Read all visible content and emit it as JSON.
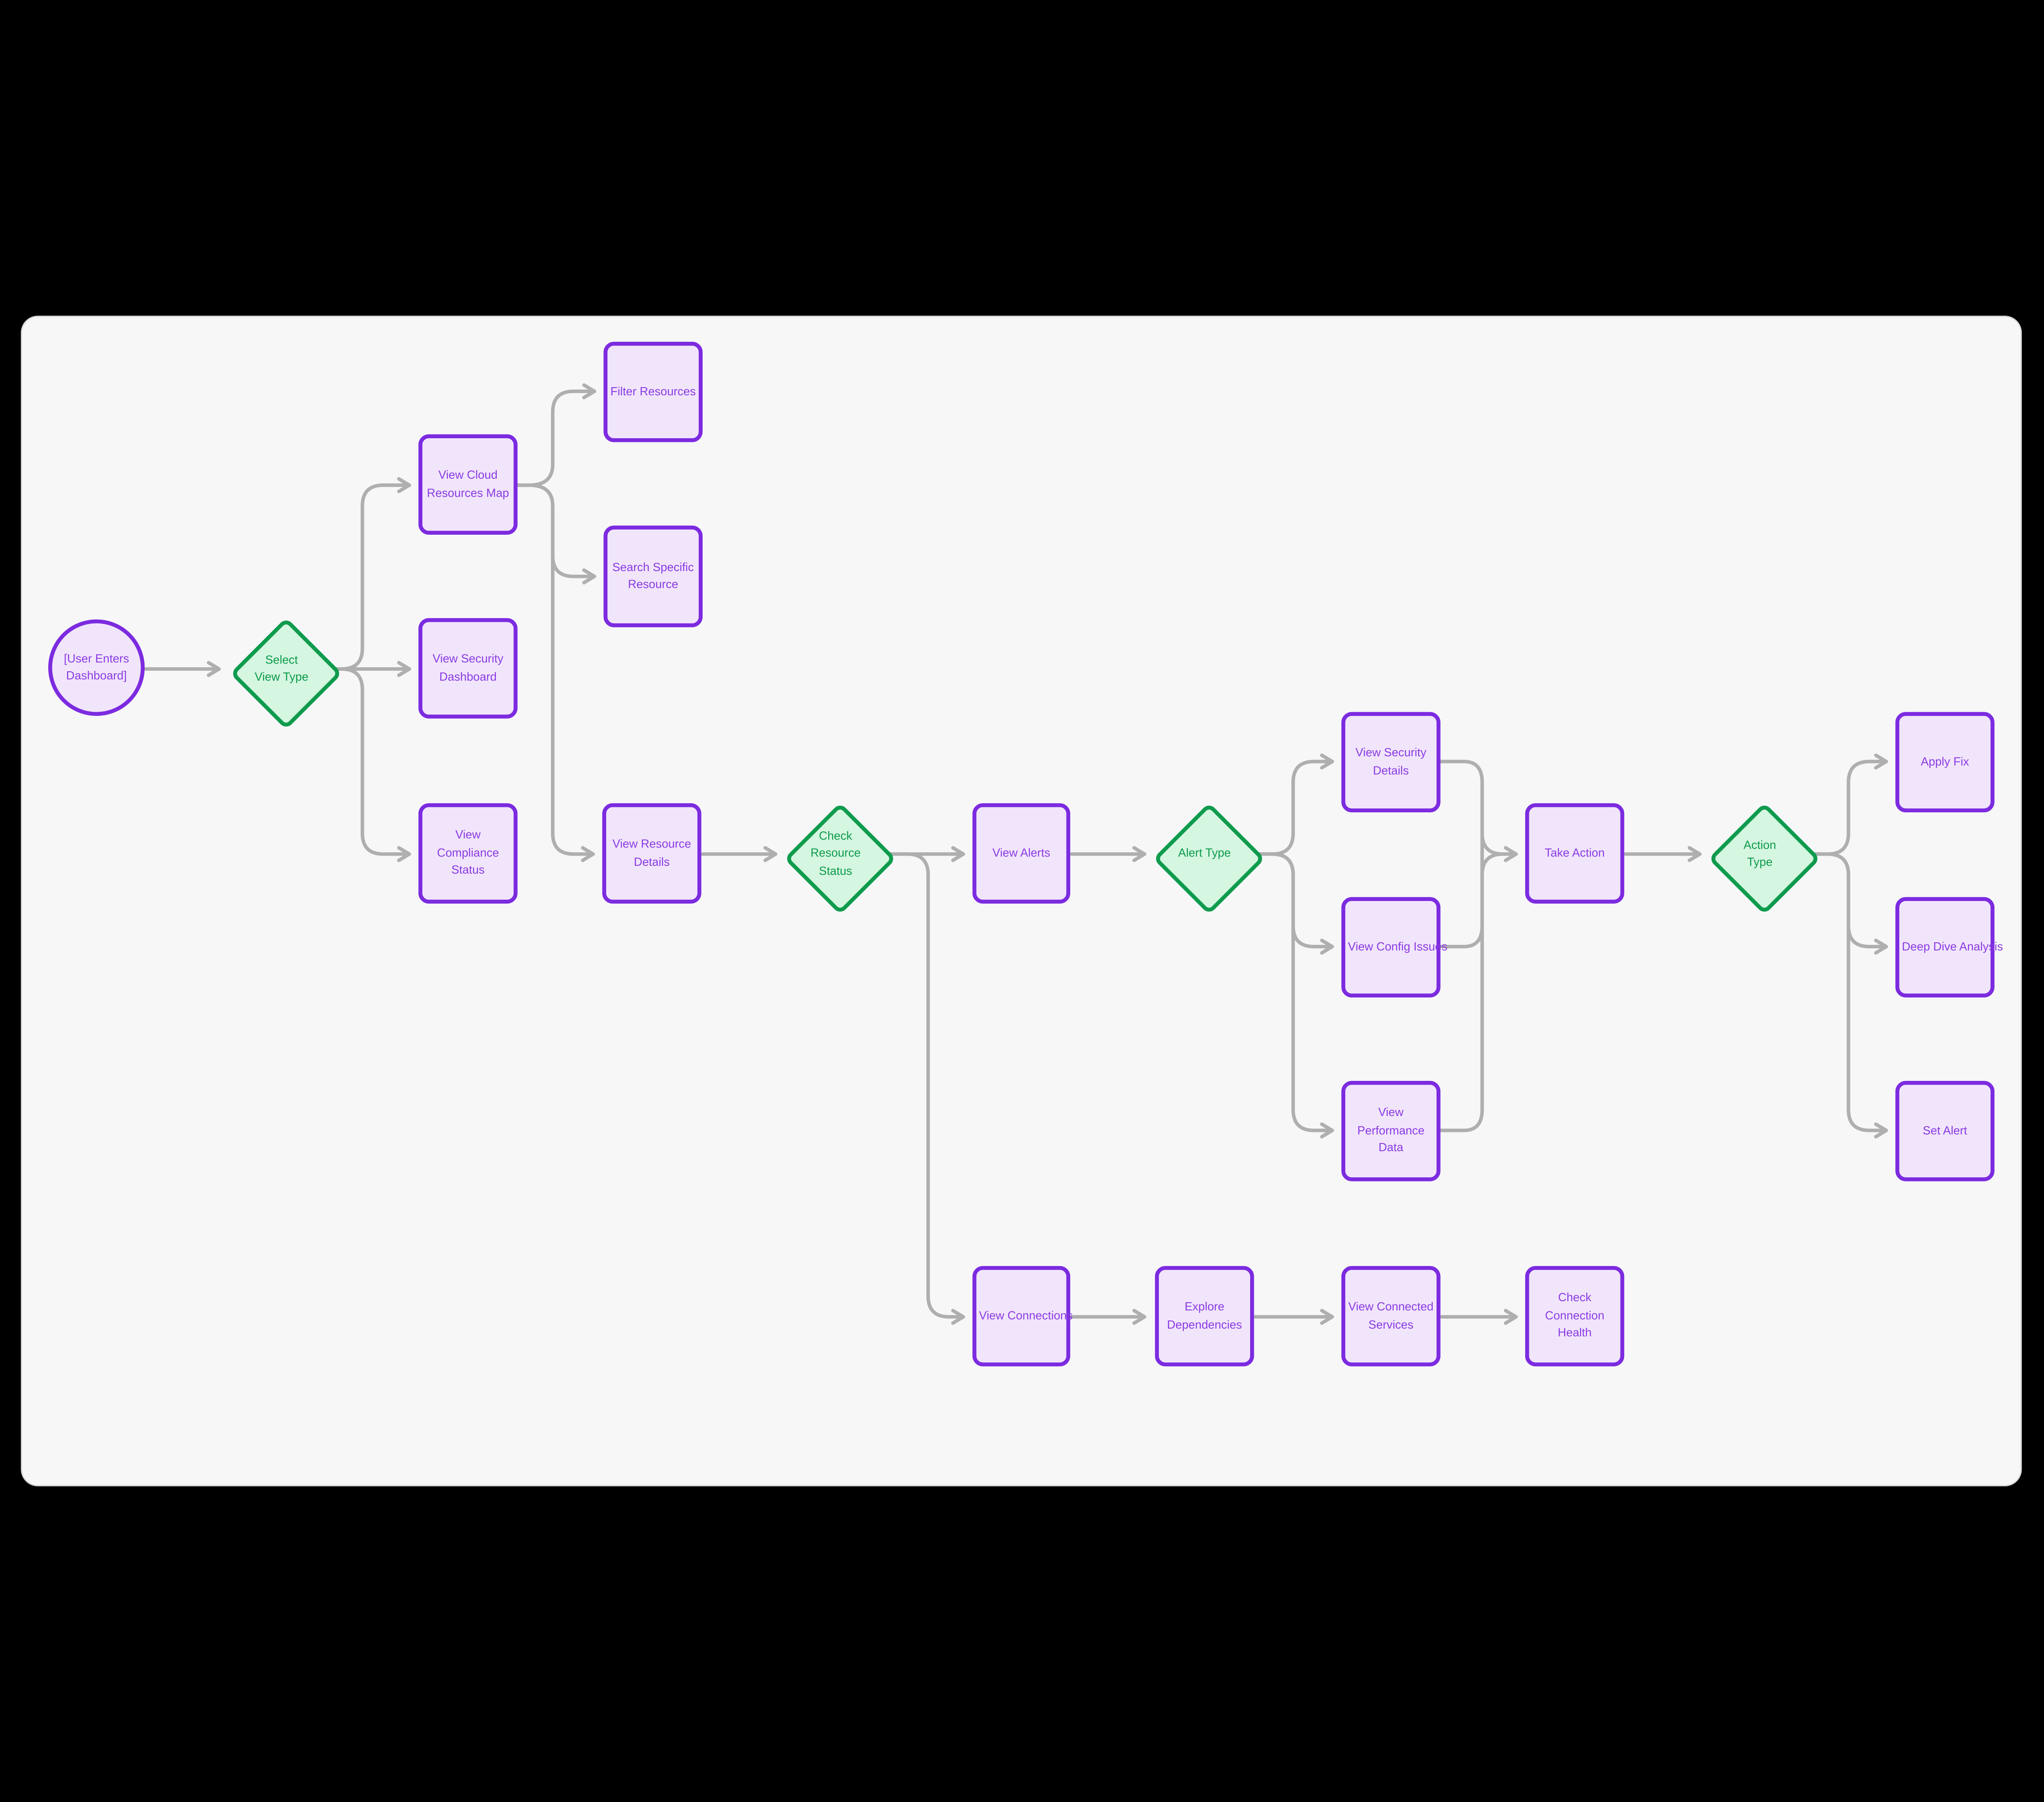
{
  "diagram": {
    "type": "flowchart",
    "direction": "left-to-right",
    "background_color": "#f7f7f8",
    "frame_color": "#000000",
    "edge_color": "#afafaf",
    "rect_style": {
      "fill": "#f1e5fb",
      "border": "#7c2be0",
      "text": "#8a3be3"
    },
    "decision_style": {
      "fill": "#d5f6e0",
      "border": "#0f9b4d",
      "text": "#0d9b4c"
    }
  },
  "nodes": {
    "start": {
      "label": "[User Enters Dashboard]",
      "shape": "circle"
    },
    "select_view_type": {
      "label": "Select View Type",
      "shape": "diamond"
    },
    "view_cloud_resources_map": {
      "label": "View Cloud Resources Map",
      "shape": "rect"
    },
    "filter_resources": {
      "label": "Filter Resources",
      "shape": "rect"
    },
    "search_specific_resource": {
      "label": "Search Specific Resource",
      "shape": "rect"
    },
    "view_security_dashboard": {
      "label": "View Security Dashboard",
      "shape": "rect"
    },
    "view_compliance_status": {
      "label": "View Compliance Status",
      "shape": "rect"
    },
    "view_resource_details": {
      "label": "View Resource Details",
      "shape": "rect"
    },
    "check_resource_status": {
      "label": "Check Resource Status",
      "shape": "diamond"
    },
    "view_alerts": {
      "label": "View Alerts",
      "shape": "rect"
    },
    "alert_type": {
      "label": "Alert Type",
      "shape": "diamond"
    },
    "view_security_details": {
      "label": "View Security Details",
      "shape": "rect"
    },
    "view_config_issues": {
      "label": "View Config Issues",
      "shape": "rect"
    },
    "view_performance_data": {
      "label": "View Performance Data",
      "shape": "rect"
    },
    "take_action": {
      "label": "Take Action",
      "shape": "rect"
    },
    "action_type": {
      "label": "Action Type",
      "shape": "diamond"
    },
    "apply_fix": {
      "label": "Apply Fix",
      "shape": "rect"
    },
    "deep_dive_analysis": {
      "label": "Deep Dive Analysis",
      "shape": "rect"
    },
    "set_alert": {
      "label": "Set Alert",
      "shape": "rect"
    },
    "view_connections": {
      "label": "View Connections",
      "shape": "rect"
    },
    "explore_dependencies": {
      "label": "Explore Dependencies",
      "shape": "rect"
    },
    "view_connected_services": {
      "label": "View Connected Services",
      "shape": "rect"
    },
    "check_connection_health": {
      "label": "Check Connection Health",
      "shape": "rect"
    }
  },
  "edges": [
    {
      "from": "start",
      "to": "select_view_type"
    },
    {
      "from": "select_view_type",
      "to": "view_cloud_resources_map"
    },
    {
      "from": "select_view_type",
      "to": "view_security_dashboard"
    },
    {
      "from": "select_view_type",
      "to": "view_compliance_status"
    },
    {
      "from": "view_cloud_resources_map",
      "to": "filter_resources"
    },
    {
      "from": "view_cloud_resources_map",
      "to": "search_specific_resource"
    },
    {
      "from": "view_cloud_resources_map",
      "to": "view_resource_details"
    },
    {
      "from": "view_resource_details",
      "to": "check_resource_status"
    },
    {
      "from": "check_resource_status",
      "to": "view_alerts"
    },
    {
      "from": "check_resource_status",
      "to": "view_connections"
    },
    {
      "from": "view_alerts",
      "to": "alert_type"
    },
    {
      "from": "alert_type",
      "to": "view_security_details"
    },
    {
      "from": "alert_type",
      "to": "view_config_issues"
    },
    {
      "from": "alert_type",
      "to": "view_performance_data"
    },
    {
      "from": "view_security_details",
      "to": "take_action"
    },
    {
      "from": "view_config_issues",
      "to": "take_action"
    },
    {
      "from": "view_performance_data",
      "to": "take_action"
    },
    {
      "from": "take_action",
      "to": "action_type"
    },
    {
      "from": "action_type",
      "to": "apply_fix"
    },
    {
      "from": "action_type",
      "to": "deep_dive_analysis"
    },
    {
      "from": "action_type",
      "to": "set_alert"
    },
    {
      "from": "view_connections",
      "to": "explore_dependencies"
    },
    {
      "from": "explore_dependencies",
      "to": "view_connected_services"
    },
    {
      "from": "view_connected_services",
      "to": "check_connection_health"
    }
  ]
}
